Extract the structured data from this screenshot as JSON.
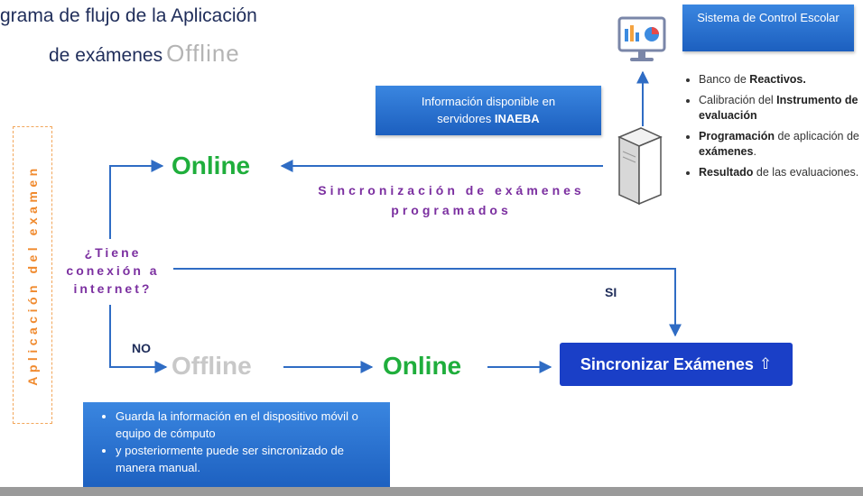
{
  "title": {
    "line1": "grama de flujo de la Aplicación",
    "line2": "de exámenes",
    "line2_highlight": "Offline"
  },
  "top_box": {
    "text": "Sistema de Control Escolar"
  },
  "info_box": {
    "line1": "Información disponible en",
    "line2_prefix": "servidores ",
    "line2_bold": "INAEBA"
  },
  "features": [
    {
      "prefix": "Banco de ",
      "bold": "Reactivos.",
      "suffix": ""
    },
    {
      "prefix": "Calibración del ",
      "bold": "Instrumento de evaluación",
      "suffix": ""
    },
    {
      "prefix": "",
      "bold": "Programación",
      "suffix": " de aplicación de ",
      "bold2": "exámenes",
      "suffix2": "."
    },
    {
      "prefix": "",
      "bold": "Resultado",
      "suffix": " de las evaluaciones."
    }
  ],
  "side_label": "Aplicación del examen",
  "question": [
    "¿Tiene",
    "conexión a",
    "internet?"
  ],
  "sync_label": [
    "Sincronización de exámenes",
    "programados"
  ],
  "online_label": "Online",
  "offline_label": "Offline",
  "yes_label": "SI",
  "no_label": "NO",
  "sync_button": {
    "label": "Sincronizar Exámenes",
    "icon": "upload-icon"
  },
  "notes": [
    "Guarda la información en el dispositivo móvil o equipo de cómputo",
    "y posteriormente puede ser sincronizado de manera manual."
  ],
  "colors": {
    "online": "#1fae3c",
    "offline": "#c8c8c8",
    "arrow": "#2f6cc4",
    "purple_text": "#7b2fa0",
    "side_label": "#f08a2e",
    "button": "#1a3fc7"
  }
}
